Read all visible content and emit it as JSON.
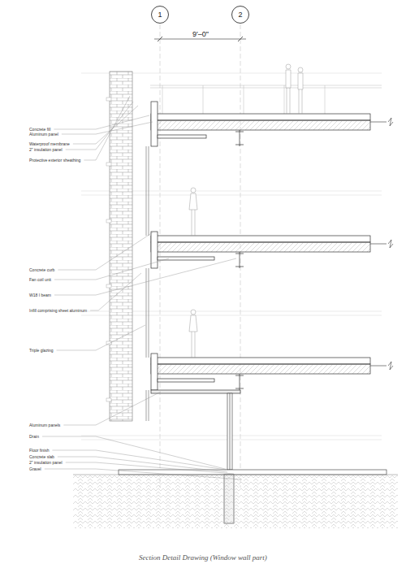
{
  "diagram": {
    "caption": "Section Detail Drawing (Window wall part)",
    "nodes": [
      {
        "text": [
          "1"
        ]
      },
      {
        "text": [
          "2"
        ]
      }
    ],
    "edges": [],
    "labels": [
      "9'–0\"",
      "Concrete fill",
      "Aluminum panel",
      "Waterproof membrane",
      "2\" insulation panel",
      "Protective exterior sheathing",
      "Concrete curb",
      "Fan coil unit",
      "W18 I beam",
      "Infill comprising sheet aluminum",
      "Triple glazing",
      "Aluminum panels",
      "Drain",
      "Floor finish",
      "Concrete slab",
      "2\" insulation panel",
      "Gravel"
    ]
  }
}
